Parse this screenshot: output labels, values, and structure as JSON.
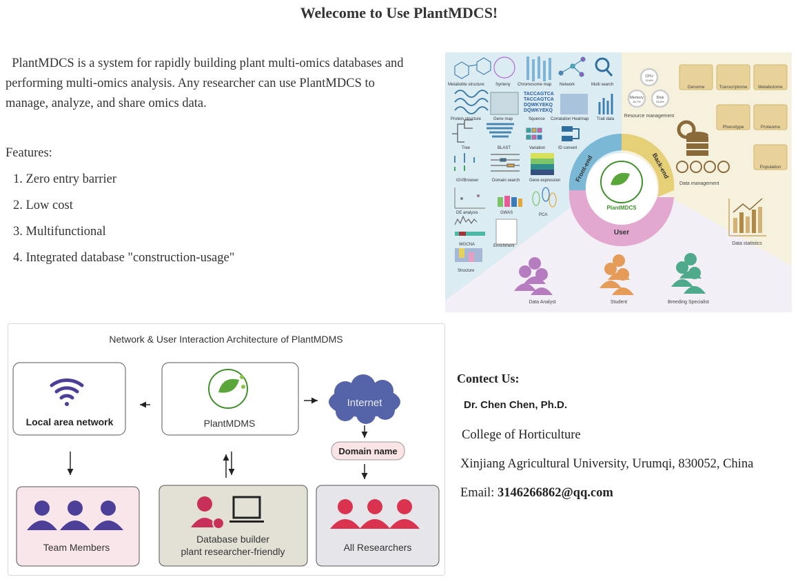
{
  "page": {
    "title": "Welecome to Use PlantMDCS!",
    "intro": "  PlantMDCS is a system for rapidly building plant multi-omics databases and performing multi-omics analysis. Any researcher can use PlantMDCS to manage, analyze, and share omics data.",
    "features_label": "Features:",
    "features": [
      "1. Zero entry barrier",
      "2. Low cost",
      "3. Multifunctional",
      "4. Integrated database \"construction-usage\""
    ]
  },
  "overview_figure": {
    "colors": {
      "frontend": "#7ab8d6",
      "backend": "#e5cf77",
      "user": "#e3a8cf",
      "frontend_bg": "#dbecf3",
      "backend_bg": "#f6f1dc",
      "user_bg": "#f3eff6",
      "brand_green": "#3f8f2b"
    },
    "center_label": "PlantMDCS",
    "ring_labels": {
      "frontend": "Front-end",
      "backend": "Back-end",
      "user": "User"
    },
    "frontend_tools": [
      "Metabolite structure",
      "Synteny",
      "Chromosome map",
      "Network",
      "Multi search",
      "Protein structure",
      "Gene map",
      "Squence",
      "Corralation Heatmap",
      "Trait data",
      "Tree",
      "BLAST",
      "Variation",
      "ID convert",
      "IGVBrowser",
      "Domain search",
      "Gene expression",
      "DE analysis",
      "GWAS",
      "PCA",
      "WGCNA",
      "Enrichment",
      "Structure"
    ],
    "sequence_text": [
      "TACCAGTCA",
      "TACCAGTCA",
      "DQWKYEKQ",
      "DQWKYEKQ"
    ],
    "resources": [
      {
        "label": "CPU",
        "value": "13.8%"
      },
      {
        "label": "Memory",
        "value": "26.7%"
      },
      {
        "label": "Disk",
        "value": "53.8%"
      }
    ],
    "resource_caption": "Resource management",
    "data_folders": [
      "Genome",
      "Transcriptome",
      "Metabolome",
      "Phenotype",
      "Proteome",
      "Population"
    ],
    "data_management_caption": "Data management",
    "data_statistics_caption": "Data statistics",
    "users": [
      "Data Analyst",
      "Student",
      "Breeding Specialist"
    ]
  },
  "architecture_figure": {
    "title": "Network & User Interaction Architecture of PlantMDMS",
    "lan_label": "Local area network",
    "center_label": "PlantMDMS",
    "internet_label": "Internet",
    "domain_label": "Domain name",
    "team_label": "Team Members",
    "builder_label_1": "Database builder",
    "builder_label_2": "plant researcher-friendly",
    "researchers_label": "All Researchers",
    "colors": {
      "lan": "#4b3f98",
      "team_bg": "#f9e6ea",
      "builder_bg": "#e3e1d6",
      "researchers_bg": "#e6e5ea",
      "researchers": "#d93350",
      "builder_icon": "#c8305a",
      "cloud": "#5563a8",
      "domain_bg": "#fbe4e6"
    }
  },
  "contact": {
    "title": "Contect Us:",
    "name": "Dr. Chen Chen, Ph.D.",
    "college": "College of Horticulture",
    "address": "Xinjiang Agricultural University, Urumqi, 830052, China",
    "email_label": "Email: ",
    "email": "3146266862@qq.com"
  }
}
